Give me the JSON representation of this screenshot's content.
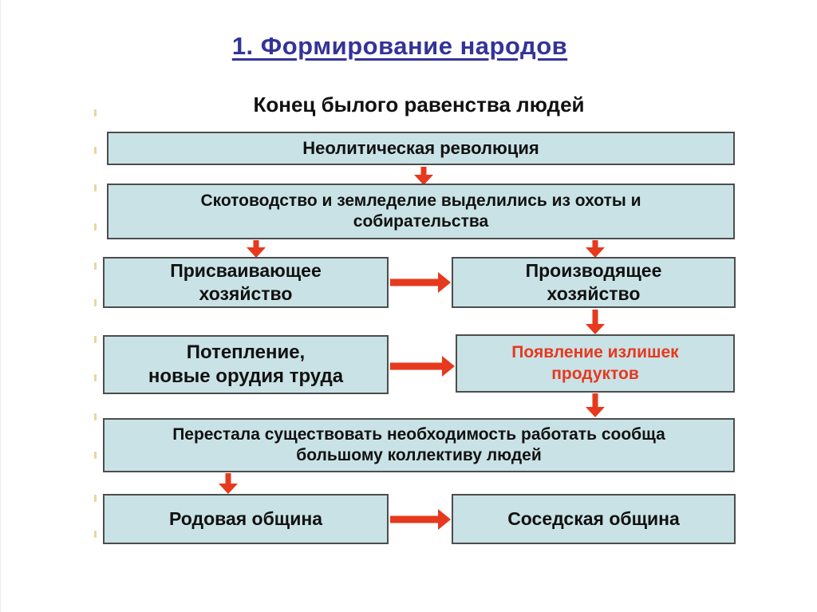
{
  "title": "1. Формирование народов",
  "subtitle": "Конец былого равенства людей",
  "colors": {
    "title": "#333399",
    "text": "#111111",
    "box_fill": "#c9e2e6",
    "box_border": "#4d4d4d",
    "arrow": "#e6391e"
  },
  "boxes": {
    "neolithic": {
      "label": "Неолитическая революция"
    },
    "cattle": {
      "label": "Скотоводство и земледелие выделились из охоты и\nсобирательства"
    },
    "appropriating": {
      "label": "Присваивающее\nхозяйство"
    },
    "producing": {
      "label": "Производящее\nхозяйство"
    },
    "warming": {
      "label": "Потепление,\nновые орудия труда"
    },
    "surplus": {
      "label": "Появление излишек\nпродуктов"
    },
    "no_need": {
      "label": "Перестала существовать необходимость работать сообща\nбольшому коллективу людей"
    },
    "clan": {
      "label": "Родовая община"
    },
    "neighbor": {
      "label": "Соседская община"
    }
  }
}
